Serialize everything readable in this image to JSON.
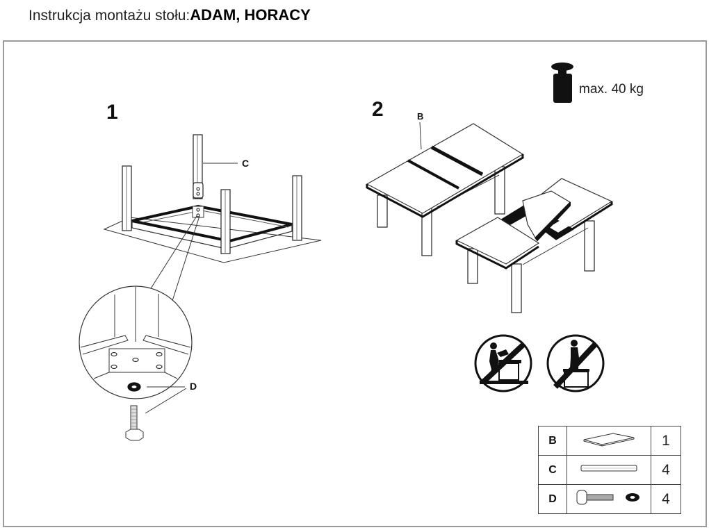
{
  "header": {
    "title_prefix": "Instrukcja montażu stołu:",
    "model_names": "ADAM, HORACY"
  },
  "steps": [
    {
      "number": "1",
      "labels": {
        "leg": "C",
        "bolt_washer": "D"
      }
    },
    {
      "number": "2",
      "labels": {
        "tabletop": "B"
      }
    }
  ],
  "load_limit": {
    "icon": "weight-icon",
    "text": "max. 40 kg"
  },
  "warnings": [
    {
      "icon": "no-climbing-icon",
      "meaning": "Do not climb on table"
    },
    {
      "icon": "no-standing-icon",
      "meaning": "Do not stand on table"
    }
  ],
  "parts_list": [
    {
      "code": "B",
      "part": "tabletop",
      "icon": "board-icon",
      "quantity": "1"
    },
    {
      "code": "C",
      "part": "leg",
      "icon": "leg-icon",
      "quantity": "4"
    },
    {
      "code": "D",
      "part": "bolt and washer",
      "icon": "bolt-washer-icon",
      "quantity": "4"
    }
  ]
}
